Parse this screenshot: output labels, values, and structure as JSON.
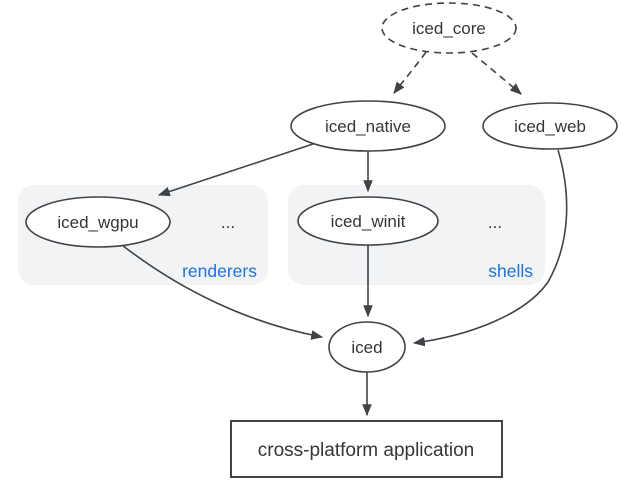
{
  "diagram": {
    "nodes": {
      "iced_core": {
        "label": "iced_core"
      },
      "iced_native": {
        "label": "iced_native"
      },
      "iced_web": {
        "label": "iced_web"
      },
      "iced_wgpu": {
        "label": "iced_wgpu"
      },
      "iced_winit": {
        "label": "iced_winit"
      },
      "iced": {
        "label": "iced"
      },
      "app": {
        "label": "cross-platform application"
      }
    },
    "groups": {
      "renderers": {
        "label": "renderers",
        "ellipsis": "..."
      },
      "shells": {
        "label": "shells",
        "ellipsis": "..."
      }
    },
    "edges": [
      {
        "from": "iced_core",
        "to": "iced_native",
        "style": "dashed"
      },
      {
        "from": "iced_core",
        "to": "iced_web",
        "style": "dashed"
      },
      {
        "from": "iced_native",
        "to": "iced_wgpu",
        "style": "solid"
      },
      {
        "from": "iced_native",
        "to": "iced_winit",
        "style": "solid"
      },
      {
        "from": "iced_wgpu",
        "to": "iced",
        "style": "solid"
      },
      {
        "from": "iced_winit",
        "to": "iced",
        "style": "solid"
      },
      {
        "from": "iced_web",
        "to": "iced",
        "style": "solid"
      },
      {
        "from": "iced",
        "to": "app",
        "style": "solid"
      }
    ],
    "colors": {
      "stroke": "#3f4347",
      "text": "#333639",
      "group_fill": "#f1f3f4",
      "group_label": "#1a73e8",
      "background": "#ffffff"
    }
  }
}
